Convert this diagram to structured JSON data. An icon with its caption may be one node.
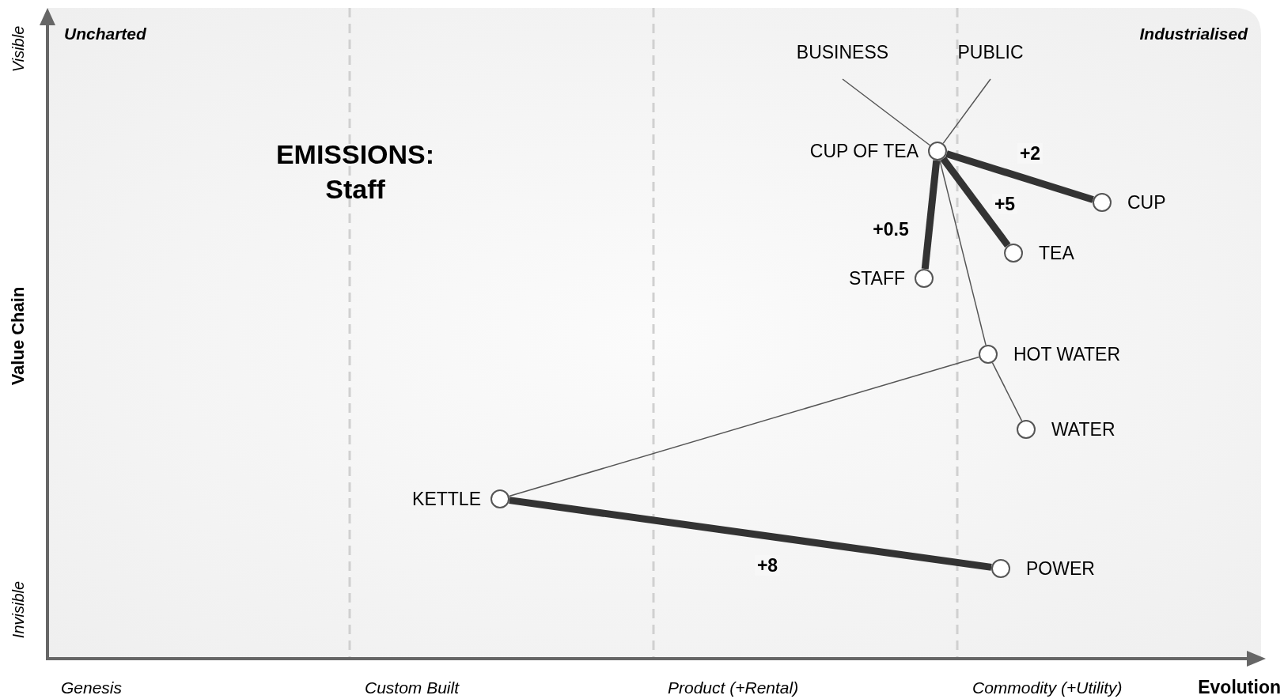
{
  "diagram": {
    "title": "EMISSIONS: Staff",
    "nodes": [
      {
        "text": [
          "BUSINESS"
        ]
      },
      {
        "text": [
          "PUBLIC"
        ]
      },
      {
        "text": [],
        "shape": "circle",
        "beside": [
          "CUP OF TEA"
        ]
      },
      {
        "text": [],
        "shape": "circle",
        "beside": [
          "CUP"
        ]
      },
      {
        "text": [],
        "shape": "circle",
        "beside": [
          "TEA"
        ]
      },
      {
        "text": [],
        "shape": "circle",
        "beside": [
          "STAFF"
        ]
      },
      {
        "text": [],
        "shape": "circle",
        "beside": [
          "HOT WATER"
        ]
      },
      {
        "text": [],
        "shape": "circle",
        "beside": [
          "WATER"
        ]
      },
      {
        "text": [],
        "shape": "circle",
        "beside": [
          "KETTLE"
        ]
      },
      {
        "text": [],
        "shape": "circle",
        "beside": [
          "POWER"
        ]
      }
    ],
    "edges": [
      {
        "from": 0,
        "to": 2,
        "arrow": "none"
      },
      {
        "from": 1,
        "to": 2,
        "arrow": "none"
      },
      {
        "from": 2,
        "to": 3,
        "arrow": "none",
        "label": "+2",
        "style": "thick"
      },
      {
        "from": 2,
        "to": 4,
        "arrow": "none",
        "label": "+5",
        "style": "thick"
      },
      {
        "from": 2,
        "to": 5,
        "arrow": "none",
        "label": "+0.5",
        "style": "thick"
      },
      {
        "from": 2,
        "to": 6,
        "arrow": "none"
      },
      {
        "from": 6,
        "to": 7,
        "arrow": "none"
      },
      {
        "from": 6,
        "to": 8,
        "arrow": "none"
      },
      {
        "from": 8,
        "to": 9,
        "arrow": "none",
        "label": "+8",
        "style": "thick"
      }
    ],
    "labels": [
      "Uncharted",
      "Industrialised",
      "Visible",
      "Value Chain",
      "Invisible",
      "Genesis",
      "Custom Built",
      "Product (+Rental)",
      "Commodity (+Utility)",
      "Evolution"
    ]
  }
}
